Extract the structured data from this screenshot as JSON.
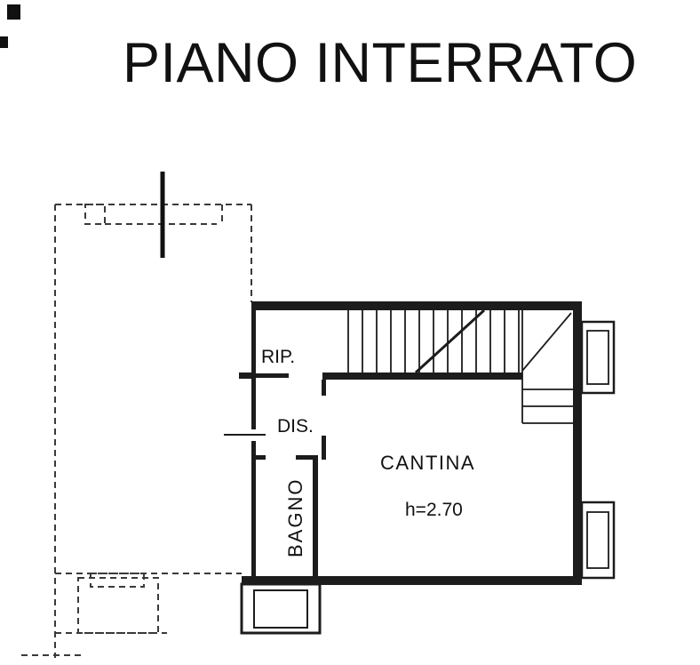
{
  "title": "PIANO INTERRATO",
  "plan": {
    "rooms": {
      "rip": "RIP.",
      "dis": "DIS.",
      "bagno": "BAGNO",
      "cantina": "CANTINA",
      "cantina_height": "h=2.70"
    }
  },
  "colors": {
    "line": "#1c1c1c",
    "dashed_line": "#3a3a3a",
    "background": "#ffffff",
    "text": "#111111"
  }
}
